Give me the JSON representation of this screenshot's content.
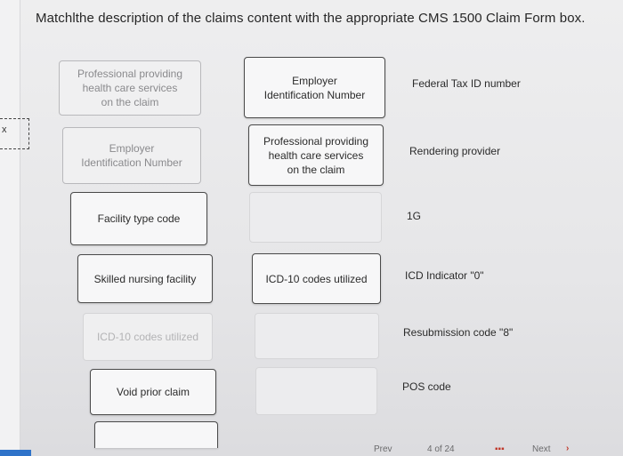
{
  "question": "Matchlthe description of the claims content with the appropriate CMS 1500 Claim Form box.",
  "side_marker": "x",
  "answer_cards": [
    {
      "label": "Professional providing\nhealth care services\non the claim",
      "state": "faded"
    },
    {
      "label": "Employer\nIdentification Number",
      "state": "faded"
    },
    {
      "label": "Facility type code",
      "state": "normal"
    },
    {
      "label": "Skilled nursing facility",
      "state": "normal"
    },
    {
      "label": "ICD-10 codes utilized",
      "state": "very-faded"
    },
    {
      "label": "Void prior claim",
      "state": "normal"
    }
  ],
  "drop_slots": [
    {
      "label": "Employer\nIdentification Number",
      "state": "filled"
    },
    {
      "label": "Professional providing\nhealth care services\non the claim",
      "state": "filled"
    },
    {
      "label": "",
      "state": "empty"
    },
    {
      "label": "ICD-10 codes utilized",
      "state": "filled"
    },
    {
      "label": "",
      "state": "empty"
    },
    {
      "label": "",
      "state": "empty"
    }
  ],
  "targets": [
    "Federal Tax ID number",
    "Rendering provider",
    "1G",
    "ICD Indicator \"0\"",
    "Resubmission code \"8\"",
    "POS code"
  ],
  "footer": {
    "prev": "Prev",
    "page": "4 of 24",
    "next": "Next",
    "chevron": "›",
    "grid_icon": "▪▪▪"
  },
  "colors": {
    "accent": "#2f73c9",
    "nav": "#c0392b"
  }
}
